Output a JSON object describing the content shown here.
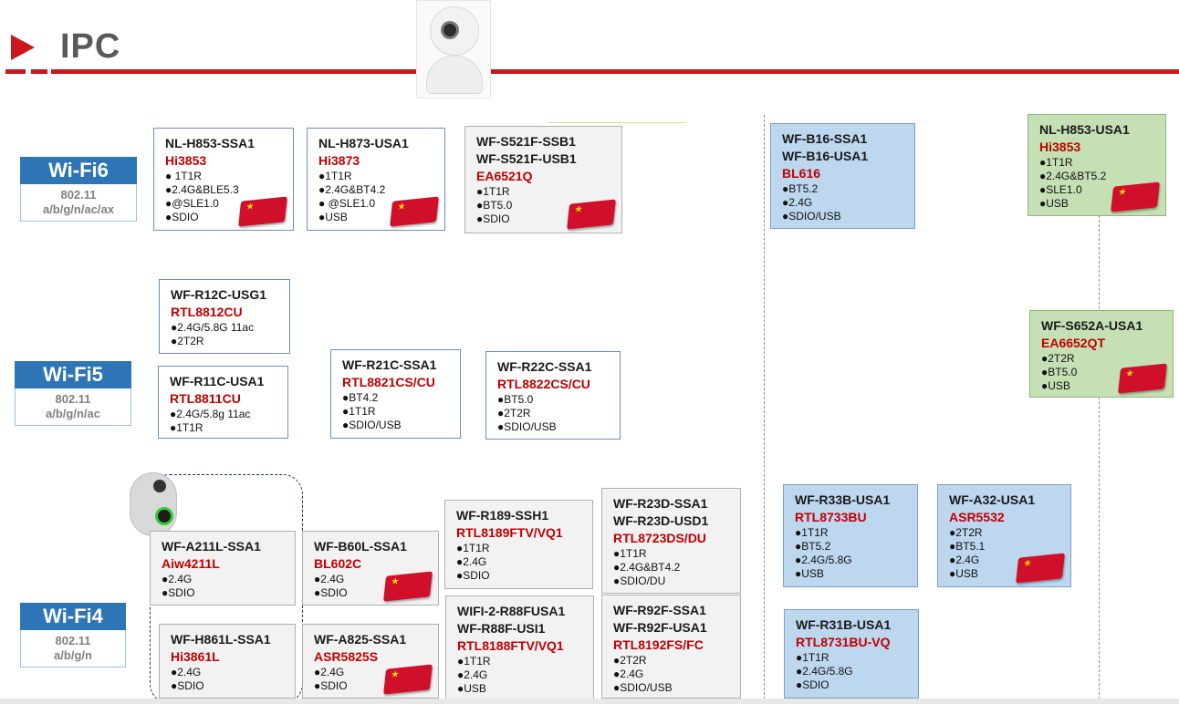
{
  "header": {
    "title": "IPC"
  },
  "wifi_standards": [
    {
      "label": "Wi-Fi6",
      "std_lines": [
        "802.11",
        "a/b/g/n/ac/ax"
      ]
    },
    {
      "label": "Wi-Fi5",
      "std_lines": [
        "802.11",
        "a/b/g/n/ac"
      ]
    },
    {
      "label": "Wi-Fi4",
      "std_lines": [
        "802.11",
        "a/b/g/n"
      ]
    }
  ],
  "modules": [
    {
      "models": [
        "NL-H853-SSA1"
      ],
      "chip": "Hi3853",
      "specs": [
        "● 1T1R",
        "●2.4G&BLE5.3",
        "●@SLE1.0",
        "●SDIO"
      ],
      "flag": true
    },
    {
      "models": [
        "NL-H873-USA1"
      ],
      "chip": "Hi3873",
      "specs": [
        "●1T1R",
        "●2.4G&BT4.2",
        "● @SLE1.0",
        "●USB"
      ],
      "flag": true
    },
    {
      "models": [
        "WF-S521F-SSB1",
        "WF-S521F-USB1"
      ],
      "chip": "EA6521Q",
      "specs": [
        "●1T1R",
        "●BT5.0",
        "●SDIO"
      ],
      "flag": true
    },
    {
      "models": [
        "WF-B16-SSA1",
        "WF-B16-USA1"
      ],
      "chip": "BL616",
      "specs": [
        "●BT5.2",
        "●2.4G",
        "●SDIO/USB"
      ],
      "flag": false
    },
    {
      "models": [
        "NL-H853-USA1"
      ],
      "chip": "Hi3853",
      "specs": [
        "●1T1R",
        "●2.4G&BT5.2",
        "●SLE1.0",
        "●USB"
      ],
      "flag": true
    },
    {
      "models": [
        "WF-R12C-USG1"
      ],
      "chip": "RTL8812CU",
      "specs": [
        "●2.4G/5.8G 11ac",
        "●2T2R"
      ],
      "flag": false
    },
    {
      "models": [
        "WF-R11C-USA1"
      ],
      "chip": "RTL8811CU",
      "specs": [
        "●2.4G/5.8g 11ac",
        "●1T1R"
      ],
      "flag": false
    },
    {
      "models": [
        "WF-R21C-SSA1"
      ],
      "chip": "RTL8821CS/CU",
      "specs": [
        "●BT4.2",
        "●1T1R",
        "●SDIO/USB"
      ],
      "flag": false
    },
    {
      "models": [
        "WF-R22C-SSA1"
      ],
      "chip": "RTL8822CS/CU",
      "specs": [
        "●BT5.0",
        "●2T2R",
        "●SDIO/USB"
      ],
      "flag": false
    },
    {
      "models": [
        "WF-S652A-USA1"
      ],
      "chip": "EA6652QT",
      "specs": [
        "●2T2R",
        "●BT5.0",
        "●USB"
      ],
      "flag": true
    },
    {
      "models": [
        "WF-A211L-SSA1"
      ],
      "chip": "Aiw4211L",
      "specs": [
        "●2.4G",
        "●SDIO"
      ],
      "flag": false
    },
    {
      "models": [
        "WF-B60L-SSA1"
      ],
      "chip": "BL602C",
      "specs": [
        "●2.4G",
        "●SDIO"
      ],
      "flag": true
    },
    {
      "models": [
        "WF-R189-SSH1"
      ],
      "chip": "RTL8189FTV/VQ1",
      "specs": [
        "●1T1R",
        "●2.4G",
        "●SDIO"
      ],
      "flag": false
    },
    {
      "models": [
        "WF-R23D-SSA1",
        "WF-R23D-USD1"
      ],
      "chip": "RTL8723DS/DU",
      "specs": [
        "●1T1R",
        "●2.4G&BT4.2",
        "●SDIO/DU"
      ],
      "flag": false
    },
    {
      "models": [
        "WF-R33B-USA1"
      ],
      "chip": "RTL8733BU",
      "specs": [
        "●1T1R",
        "●BT5.2",
        "●2.4G/5.8G",
        "●USB"
      ],
      "flag": false
    },
    {
      "models": [
        "WF-A32-USA1"
      ],
      "chip": "ASR5532",
      "specs": [
        "●2T2R",
        "●BT5.1",
        "●2.4G",
        "●USB"
      ],
      "flag": true
    },
    {
      "models": [
        "WF-H861L-SSA1"
      ],
      "chip": "Hi3861L",
      "specs": [
        "●2.4G",
        "●SDIO"
      ],
      "flag": false
    },
    {
      "models": [
        "WF-A825-SSA1"
      ],
      "chip": "ASR5825S",
      "specs": [
        "●2.4G",
        "●SDIO"
      ],
      "flag": true
    },
    {
      "models": [
        "WIFI-2-R88FUSA1",
        "WF-R88F-USI1"
      ],
      "chip": "RTL8188FTV/VQ1",
      "specs": [
        "●1T1R",
        "●2.4G",
        "●USB"
      ],
      "flag": false
    },
    {
      "models": [
        "WF-R92F-SSA1",
        "WF-R92F-USA1"
      ],
      "chip": "RTL8192FS/FC",
      "specs": [
        "●2T2R",
        "●2.4G",
        "●SDIO/USB"
      ],
      "flag": false
    },
    {
      "models": [
        "WF-R31B-USA1"
      ],
      "chip": "RTL8731BU-VQ",
      "specs": [
        "●1T1R",
        "●2.4G/5.8G",
        "●SDIO"
      ],
      "flag": false
    }
  ],
  "flag_icon": "china-flag-icon",
  "colors": {
    "accent": "#c8171d",
    "wifi_tag": "#2e75b6",
    "chip_text": "#c00000",
    "blue_card": "#bdd7ee",
    "green_card": "#c5e0b4"
  }
}
